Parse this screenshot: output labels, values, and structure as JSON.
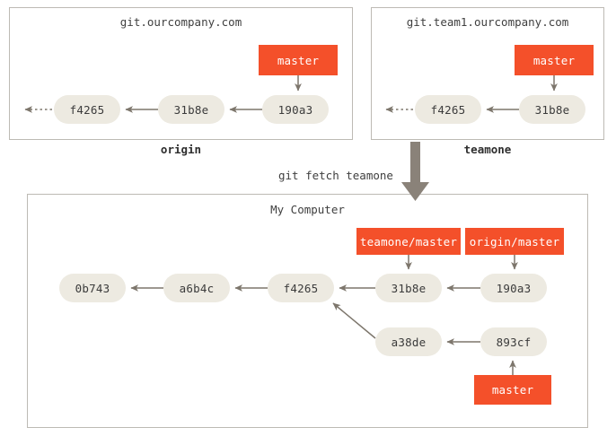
{
  "diagram": {
    "title_semantic": "git-fetch-from-multiple-remotes",
    "accent_color": "#f4502a",
    "commit_color": "#edeae1",
    "panel_border_color": "#bdbab4",
    "arrow_color": "#7d766c"
  },
  "panels": {
    "origin": {
      "title": "git.ourcompany.com",
      "caption": "origin",
      "commits": [
        {
          "id": "f4265"
        },
        {
          "id": "31b8e"
        },
        {
          "id": "190a3"
        }
      ],
      "branches": [
        {
          "label": "master",
          "points_to": "190a3"
        }
      ]
    },
    "teamone": {
      "title": "git.team1.ourcompany.com",
      "caption": "teamone",
      "commits": [
        {
          "id": "f4265"
        },
        {
          "id": "31b8e"
        }
      ],
      "branches": [
        {
          "label": "master",
          "points_to": "31b8e"
        }
      ]
    },
    "local": {
      "title": "My Computer",
      "caption": "",
      "commits": [
        {
          "id": "0b743"
        },
        {
          "id": "a6b4c"
        },
        {
          "id": "f4265"
        },
        {
          "id": "31b8e"
        },
        {
          "id": "190a3"
        },
        {
          "id": "a38de"
        },
        {
          "id": "893cf"
        }
      ],
      "branches": [
        {
          "label": "teamone/master",
          "points_to": "31b8e"
        },
        {
          "label": "origin/master",
          "points_to": "190a3"
        },
        {
          "label": "master",
          "points_to": "893cf"
        }
      ]
    }
  },
  "fetch": {
    "command": "git fetch teamone"
  }
}
